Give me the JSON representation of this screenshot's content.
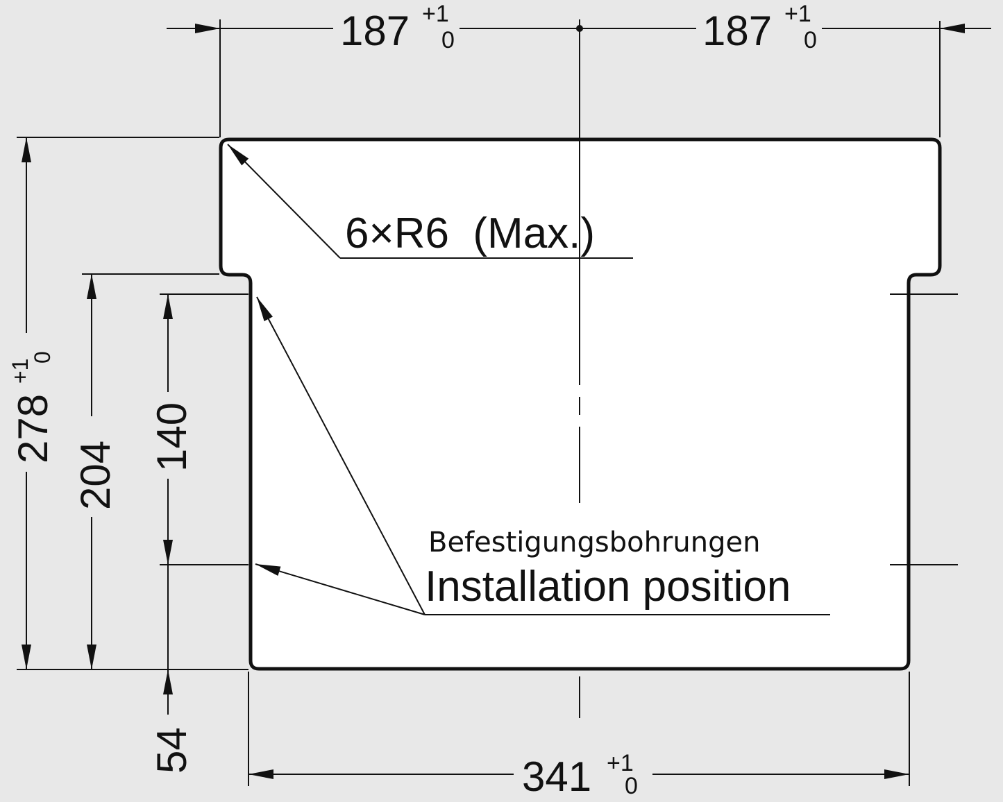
{
  "colors": {
    "background": "#e8e8e8",
    "cutout_fill": "#ffffff",
    "outline": "#111111"
  },
  "dimensions": {
    "top_left": {
      "value": "187",
      "tol_upper": "+1",
      "tol_lower": "0"
    },
    "top_right": {
      "value": "187",
      "tol_upper": "+1",
      "tol_lower": "0"
    },
    "bottom_width": {
      "value": "341",
      "tol_upper": "+1",
      "tol_lower": "0"
    },
    "total_height": {
      "value": "278",
      "tol_upper": "+1",
      "tol_lower": "0"
    },
    "height_204": {
      "value": "204"
    },
    "height_140": {
      "value": "140"
    },
    "height_54": {
      "value": "54"
    }
  },
  "notes": {
    "radius": "6×R6  (Max.)",
    "mounting_de": "Befestigungsbohrungen",
    "mounting_en": "Installation position"
  }
}
